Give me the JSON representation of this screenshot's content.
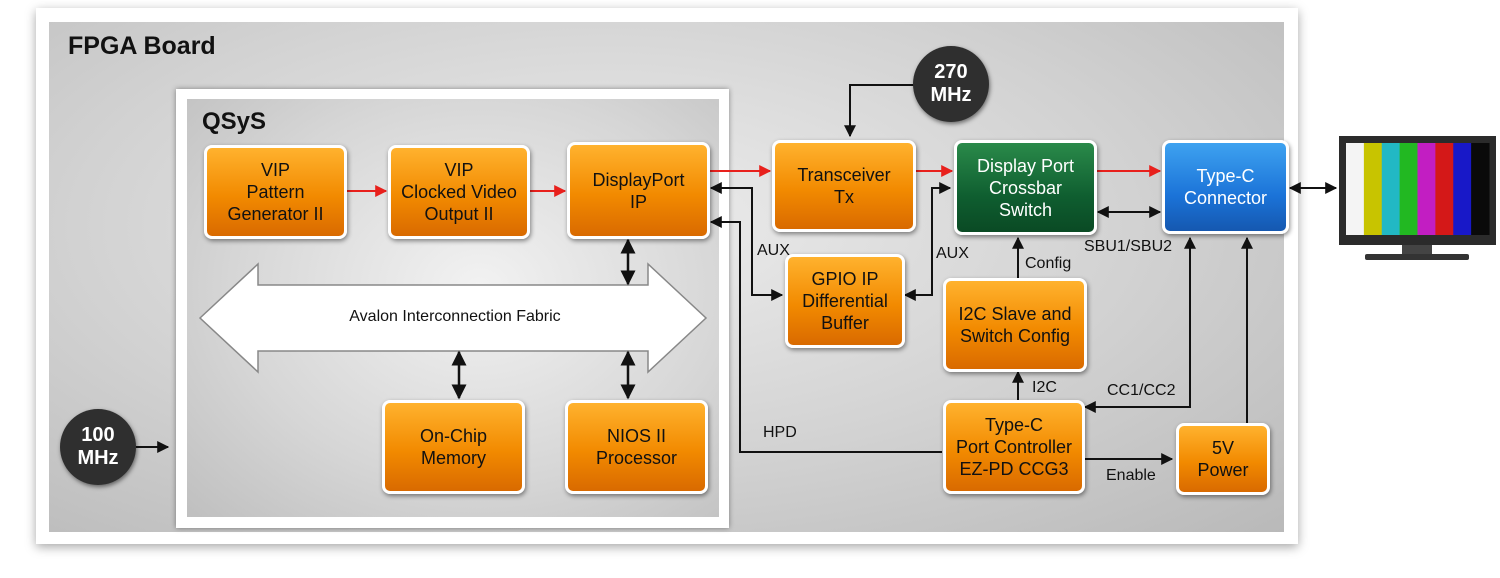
{
  "board_title": "FPGA Board",
  "qsys_title": "QSyS",
  "fabric_label": "Avalon Interconnection Fabric",
  "clocks": {
    "clk100": "100\nMHz",
    "clk270": "270\nMHz"
  },
  "blocks": {
    "vip_pattern": "VIP\nPattern\nGenerator II",
    "vip_clocked": "VIP\nClocked Video\nOutput II",
    "displayport_ip": "DisplayPort\nIP",
    "transceiver": "Transceiver\nTx",
    "crossbar": "Display Port\nCrossbar\nSwitch",
    "typec_connector": "Type-C\nConnector",
    "gpio_ip": "GPIO IP\nDifferential\nBuffer",
    "i2c_slave": "I2C Slave and\nSwitch Config",
    "onchip_memory": "On-Chip\nMemory",
    "nios": "NIOS II\nProcessor",
    "port_controller": "Type-C\nPort Controller\nEZ-PD CCG3",
    "power5v": "5V\nPower"
  },
  "signals": {
    "aux1": "AUX",
    "aux2": "AUX",
    "sbu": "SBU1/SBU2",
    "config": "Config",
    "i2c": "I2C",
    "cc": "CC1/CC2",
    "hpd": "HPD",
    "enable": "Enable"
  },
  "colors": {
    "data_arrow": "#e8201c",
    "control_arrow": "#111111",
    "block_orange": "#f28a00",
    "block_green": "#0f5e30",
    "block_blue": "#1b73d8"
  },
  "monitor_bars": [
    "#f4f4f4",
    "#c8c400",
    "#22b8c4",
    "#22b822",
    "#c21ec2",
    "#d41818",
    "#1818c8",
    "#0a0a0a"
  ]
}
